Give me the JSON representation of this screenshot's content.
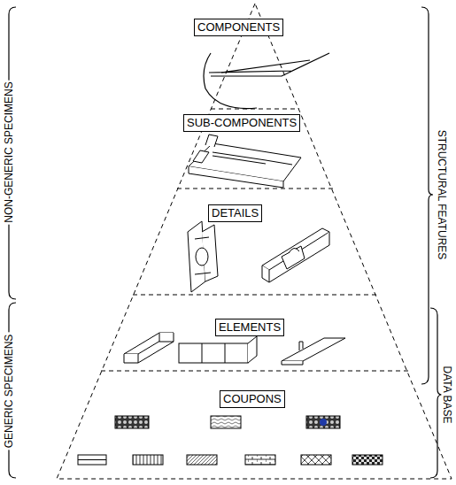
{
  "diagram": {
    "nodes": [
      {
        "text": [
          "COMPONENTS"
        ]
      },
      {
        "text": [
          "SUB-COMPONENTS"
        ]
      },
      {
        "text": [
          "DETAILS"
        ]
      },
      {
        "text": [
          "ELEMENTS"
        ]
      },
      {
        "text": [
          "COUPONS"
        ]
      }
    ],
    "labels": [
      "NON-GENERIC SPECIMENS",
      "GENERIC SPECIMENS",
      "STRUCTURAL FEATURES",
      "DATA BASE"
    ]
  }
}
